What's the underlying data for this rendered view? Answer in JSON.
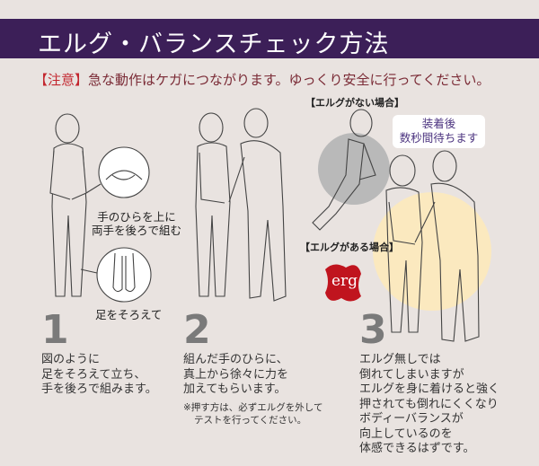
{
  "header": {
    "title": "エルグ・バランスチェック方法"
  },
  "caution": {
    "bracket": "【注意】",
    "text": "急な動作はケガにつながります。ゆっくり安全に行ってください。"
  },
  "colors": {
    "header_bg": "#3c1f58",
    "caution_red": "#c3272f",
    "logo_red": "#c0141e",
    "without_circle": "#b9b9b9",
    "with_circle": "#fbe9bf"
  },
  "illustration": {
    "without_label": "【エルグがない場合】",
    "with_label": "【エルグがある場合】",
    "bubble_line1": "装着後",
    "bubble_line2": "数秒間待ちます",
    "logo": "erg",
    "hands_caption_1": "手のひらを上に",
    "hands_caption_2": "両手を後ろで組む",
    "feet_caption": "足をそろえて"
  },
  "steps": [
    {
      "number": "1",
      "lines": [
        "図のように",
        "足をそろえて立ち、",
        "手を後ろで組みます。"
      ]
    },
    {
      "number": "2",
      "lines": [
        "組んだ手のひらに、",
        "真上から徐々に力を",
        "加えてもらいます。"
      ],
      "note": [
        "※押す方は、必ずエルグを外して",
        "テストを行ってください。"
      ]
    },
    {
      "number": "3",
      "lines": [
        "エルグ無しでは",
        "倒れてしまいますが",
        "エルグを身に着けると強く",
        "押されても倒れにくくなり",
        "ボディーバランスが",
        "向上しているのを",
        "体感できるはずです。"
      ]
    }
  ]
}
